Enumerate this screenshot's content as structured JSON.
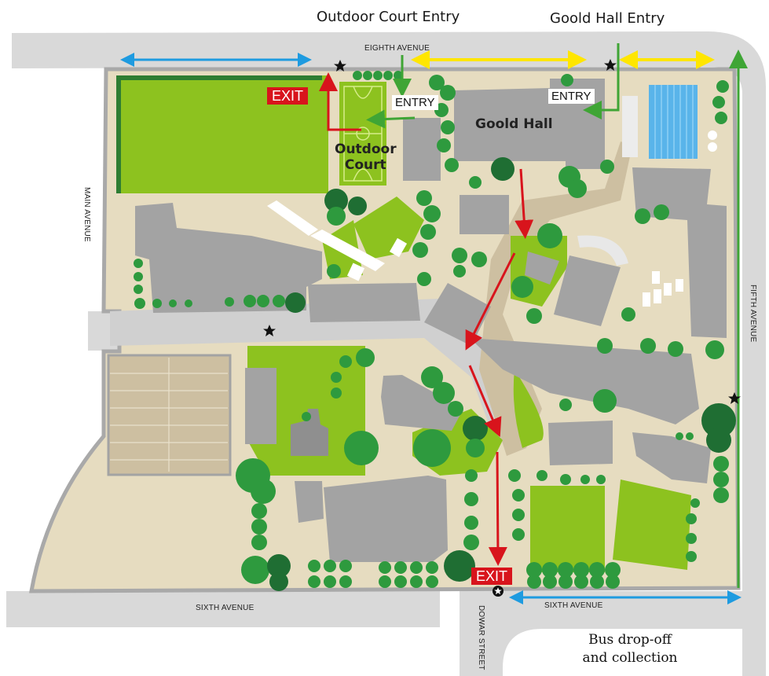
{
  "entries": {
    "outdoor_court_entry": "Outdoor Court Entry",
    "goold_hall_entry": "Goold Hall Entry",
    "entry_label": "ENTRY",
    "exit_label": "EXIT"
  },
  "buildings": {
    "goold_hall": "Goold Hall",
    "outdoor_court_line1": "Outdoor",
    "outdoor_court_line2": "Court"
  },
  "streets": {
    "eighth_avenue": "EIGHTH AVENUE",
    "main_avenue": "MAIN AVENUE",
    "fifth_avenue": "FIFTH AVENUE",
    "sixth_avenue": "SIXTH AVENUE",
    "dowar_street": "DOWAR STREET"
  },
  "bus": {
    "line1": "Bus drop-off",
    "line2": "and collection"
  },
  "colors": {
    "road": "#d9d9d9",
    "campus": "#e6dcc0",
    "building": "#a3a3a3",
    "field": "#8dc21f",
    "tree": "#2e9a3e",
    "tree_dark": "#1f6e33",
    "exit_arrow": "#d8141c",
    "entry_arrow": "#3fa535",
    "blue_arrow": "#1e9be0",
    "yellow_arrow": "#ffe600",
    "pool": "#59b4ea"
  }
}
